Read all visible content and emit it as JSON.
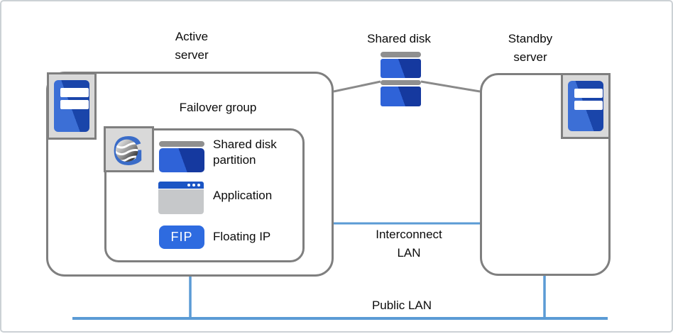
{
  "diagram": {
    "nodes": {
      "active_server": {
        "label": "Active\nserver",
        "icon": "server-icon"
      },
      "standby_server": {
        "label": "Standby\nserver",
        "icon": "server-icon"
      },
      "shared_disk": {
        "label": "Shared disk",
        "icon": "disk-stack-icon"
      },
      "failover_group": {
        "label": "Failover group",
        "logo_icon": "expresscluster-logo-icon",
        "items": [
          {
            "label": "Shared disk\npartition",
            "icon": "disk-partition-icon"
          },
          {
            "label": "Application",
            "icon": "application-window-icon"
          },
          {
            "label": "Floating IP",
            "icon": "fip-badge",
            "badge": "FIP"
          }
        ]
      }
    },
    "networks": {
      "interconnect_lan": {
        "label": "Interconnect\nLAN"
      },
      "public_lan": {
        "label": "Public LAN"
      }
    },
    "colors": {
      "box_border_gray": "#7f7f7f",
      "lan_line_blue": "#5b9bd5",
      "connector_gray": "#8a8a8a",
      "server_blue_light": "#3c6fd6",
      "server_blue_dark": "#1a45aa",
      "disk_blue_light": "#2f63d8",
      "disk_blue_dark": "#15399f",
      "fip_blue": "#2e6be0",
      "app_titlebar_blue": "#1b55c4",
      "app_body_gray": "#c6c8ca",
      "icon_plate_gray": "#d9d9d9",
      "disk_cap_gray": "#8f8f8f",
      "logo_blue": "#3a6cc8",
      "text_black": "#0b0b0b"
    }
  }
}
